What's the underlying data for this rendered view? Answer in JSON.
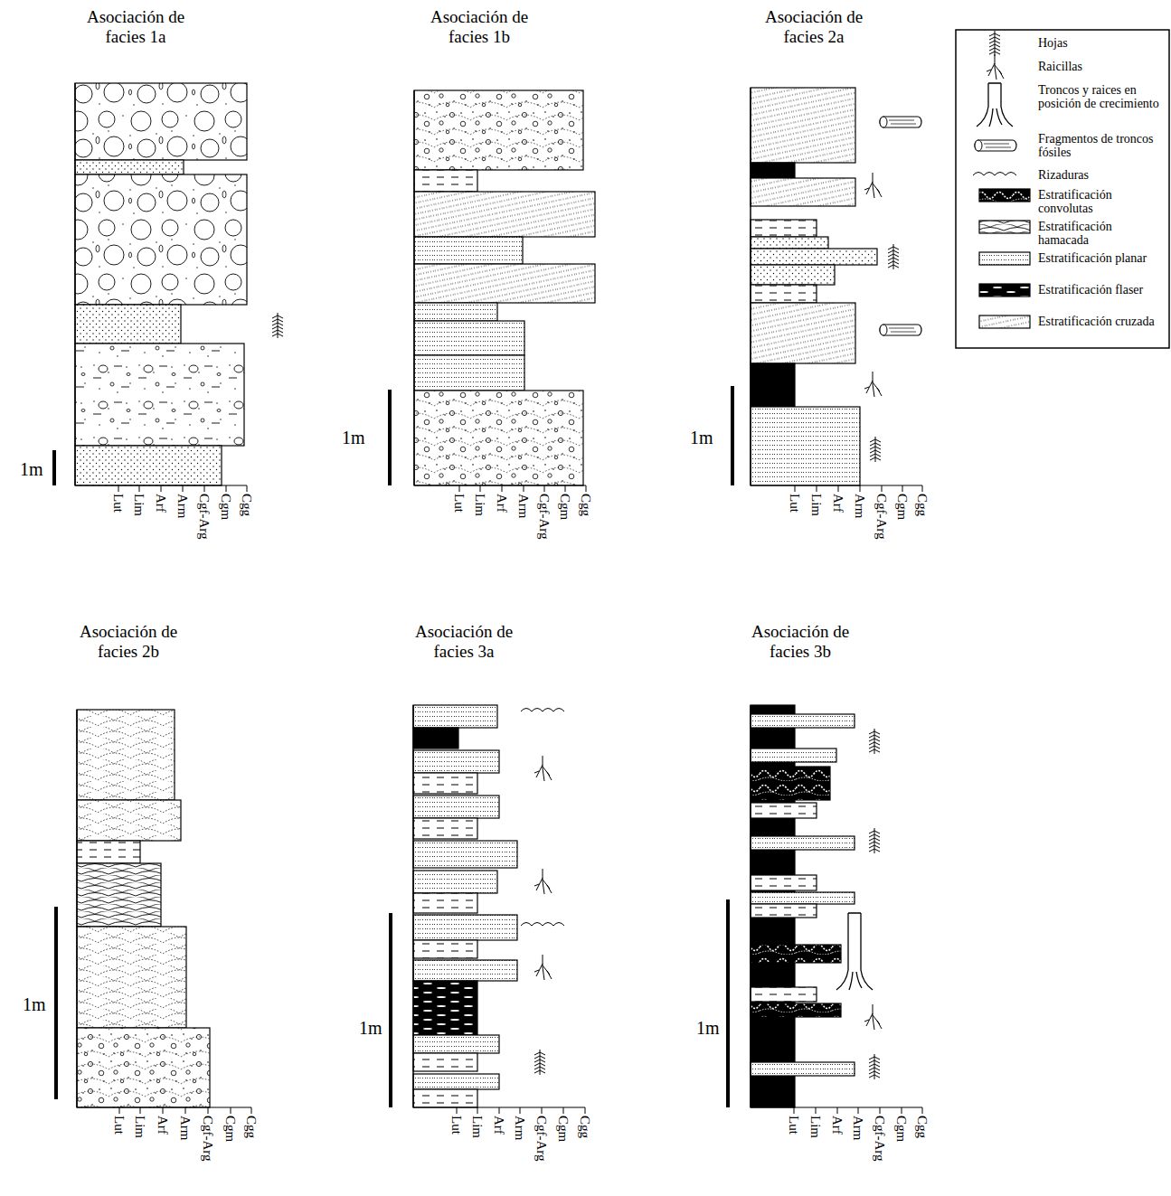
{
  "diagram": {
    "nodes": [
      {
        "text": [
          "Asociación de facies 1a"
        ]
      },
      {
        "text": [
          "Asociación de facies 1b"
        ]
      },
      {
        "text": [
          "Asociación de facies 2a"
        ]
      },
      {
        "text": [
          "Asociación de facies 2b"
        ]
      },
      {
        "text": [
          "Asociación de facies 3a"
        ]
      },
      {
        "text": [
          "Asociación de facies 3b"
        ]
      }
    ],
    "labels": [
      "1m",
      "Lut",
      "Lim",
      "Arf",
      "Arm",
      "Cgf-Arg",
      "Cgm",
      "Cgg",
      "1m",
      "Lut",
      "Lim",
      "Arf",
      "Arm",
      "Cgf-Arg",
      "Cgm",
      "Cgg",
      "1m",
      "Lut",
      "Lim",
      "Arf",
      "Arm",
      "Cgf-Arg",
      "Cgm",
      "Cgg",
      "1m",
      "Lut",
      "Lim",
      "Arf",
      "Arm",
      "Cgf-Arg",
      "Cgm",
      "Cgg",
      "1m",
      "Lut",
      "Lim",
      "Arf",
      "Arm",
      "Cgf-Arg",
      "Cgm",
      "Cgg",
      "1m",
      "Lut",
      "Lim",
      "Arf",
      "Arm",
      "Cgf-Arg",
      "Cgm",
      "Cgg"
    ],
    "legend": [
      {
        "text": "Hojas"
      },
      {
        "text": "Raicillas"
      },
      {
        "text": "Troncos y raices en posición de crecimiento"
      },
      {
        "text": "Fragmentos de troncos fósiles"
      },
      {
        "text": "Rizaduras"
      },
      {
        "text": "Estratificación convolutas"
      },
      {
        "text": "Estratificación hamacada"
      },
      {
        "text": "Estratificación planar"
      },
      {
        "text": "Estratificación flaser"
      },
      {
        "text": "Estratificación cruzada"
      }
    ]
  }
}
